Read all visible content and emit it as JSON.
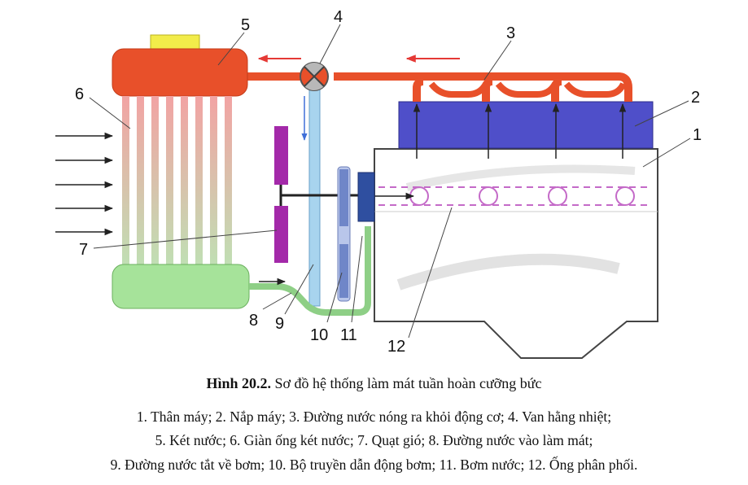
{
  "figure": {
    "labels": [
      "1",
      "2",
      "3",
      "4",
      "5",
      "6",
      "7",
      "8",
      "9",
      "10",
      "11",
      "12"
    ]
  },
  "caption": {
    "title_bold": "Hình 20.2.",
    "title_rest": " Sơ đồ hệ thống làm mát tuần hoàn cưỡng bức",
    "line1": "1. Thân máy; 2. Nắp máy; 3. Đường nước nóng ra khỏi động cơ; 4. Van hằng nhiệt;",
    "line2": "5. Két nước; 6. Giàn ống két nước; 7. Quạt gió; 8. Đường nước vào làm mát;",
    "line3": "9. Đường nước tắt về bơm; 10. Bộ truyền dẫn động bơm; 11. Bơm nước; 12. Ống phân phối."
  },
  "colors": {
    "hot_water": "#e8502a",
    "radiator_tube_top": "#f2a3a3",
    "radiator_tube_bottom": "#bfe0b4",
    "bottom_tank": "#a6e39a",
    "head": "#4f4fc9",
    "fan_blade": "#a329a9",
    "pump": "#2f4fa0",
    "bypass_pipe": "#a8d4ee",
    "return_pipe": "#8ecf86",
    "filler_cap": "#f2ec4a",
    "arrow_red": "#e53935",
    "arrow_blue": "#3f6fd8"
  }
}
